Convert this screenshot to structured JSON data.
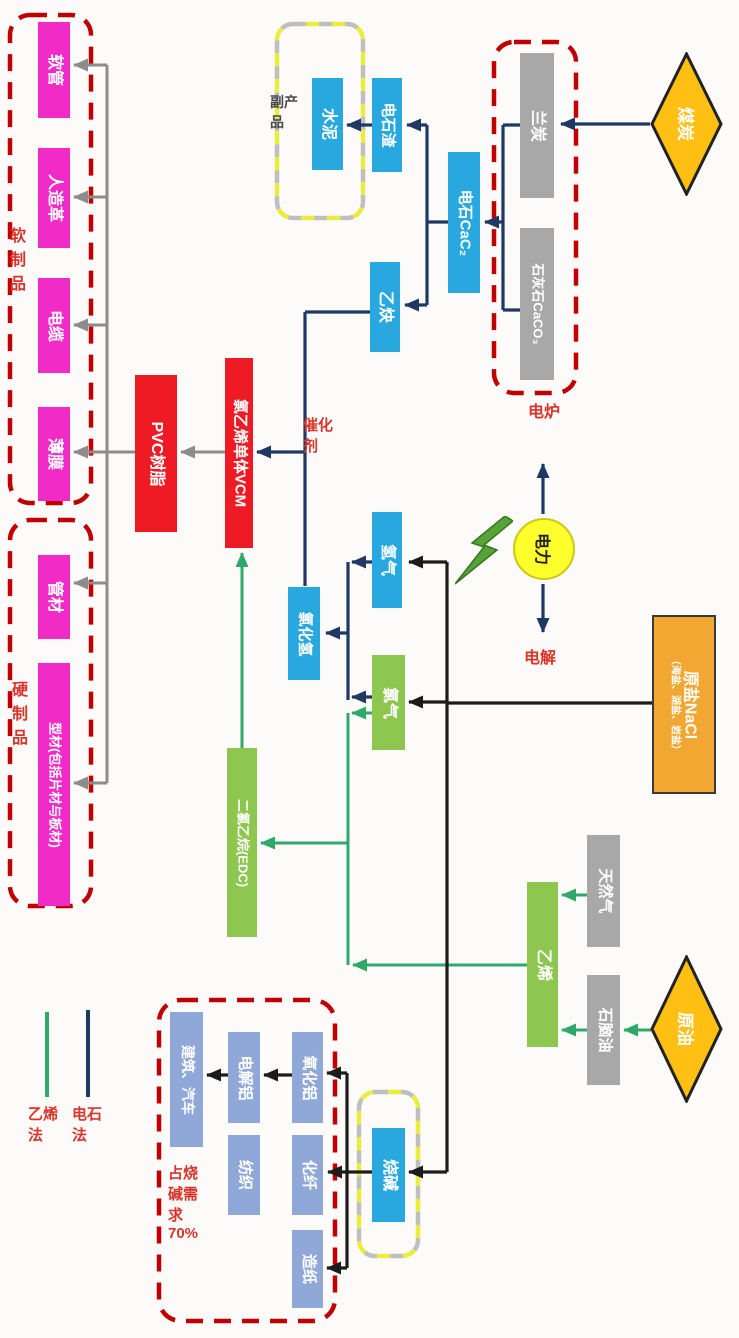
{
  "nodes": {
    "soft_hose": {
      "label": "软管"
    },
    "artificial_leather": {
      "label": "人造革"
    },
    "cable": {
      "label": "电缆"
    },
    "film": {
      "label": "薄膜"
    },
    "pipe": {
      "label": "管材"
    },
    "profile": {
      "label": "型材(包括片材与板材)"
    },
    "pvc_resin": {
      "label": "PVC树脂"
    },
    "vcm": {
      "label": "氯乙烯单体VCM"
    },
    "cement": {
      "label": "水泥"
    },
    "carbide_slag": {
      "label": "电石渣"
    },
    "calcium_carbide": {
      "label": "电石CaC₂"
    },
    "acetylene": {
      "label": "乙炔"
    },
    "semi_coke": {
      "label": "兰炭"
    },
    "limestone": {
      "label": "石灰石CaCO₃"
    },
    "coal": {
      "label": "煤炭"
    },
    "power": {
      "label": "电力"
    },
    "hydrogen": {
      "label": "氢气"
    },
    "hydrogen_chloride": {
      "label": "氯化氢"
    },
    "chlorine": {
      "label": "氯气"
    },
    "raw_salt": {
      "label": "原盐NaCl",
      "sublabel": "（海盐、湖盐、岩盐）"
    },
    "edc": {
      "label": "二氯乙烷(EDC)"
    },
    "ethylene": {
      "label": "乙烯"
    },
    "natural_gas": {
      "label": "天然气"
    },
    "naphtha": {
      "label": "石脑油"
    },
    "crude_oil": {
      "label": "原油"
    },
    "caustic_soda": {
      "label": "烧碱"
    },
    "construction_auto": {
      "label": "建筑、汽车"
    },
    "electrolytic_aluminum": {
      "label": "电解铝"
    },
    "alumina": {
      "label": "氧化铝"
    },
    "textile": {
      "label": "纺织"
    },
    "chemical_fiber": {
      "label": "化纤"
    },
    "paper": {
      "label": "造纸"
    }
  },
  "labels": {
    "soft_products": "软制品",
    "hard_products": "硬制品",
    "byproduct": "副产品",
    "catalyst": "催化剂",
    "electric_furnace": "电炉",
    "electrolysis": "电解",
    "caustic_share": "占烧碱需求70%"
  },
  "legend": {
    "carbide_method": "电石法",
    "ethylene_method": "乙烯法"
  },
  "colors": {
    "carbide_route": "#1F3864",
    "ethylene_route": "#2EA96A",
    "electrolysis_route": "#1C1C1C",
    "product_route": "#8C8C8C",
    "red_dash": "#C00000",
    "yellow_dash": "#ECEC3E",
    "label_red": "#D9342B",
    "blue_box": "#29A8DF",
    "red_box": "#EE1B24",
    "magenta_box": "#F12CC6",
    "green_box": "#8DC74F",
    "gray_box": "#A8A8A8",
    "periwinkle_box": "#8FA8D8",
    "orange_box": "#F2A732",
    "diamond_fill": "#FFC013",
    "power_circle": "#FFFF2E"
  }
}
